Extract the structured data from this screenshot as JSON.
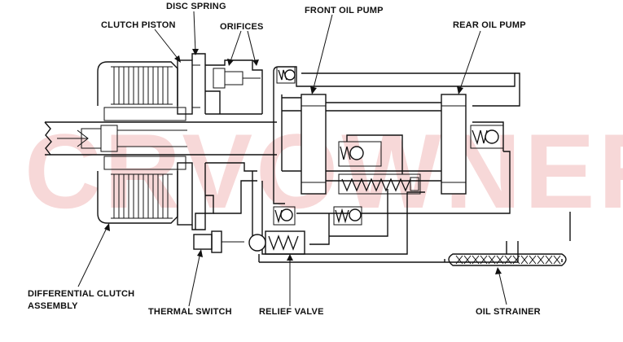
{
  "labels": {
    "disc_spring": "DISC SPRING",
    "clutch_piston": "CLUTCH PISTON",
    "orifices": "ORIFICES",
    "front_oil_pump": "FRONT OIL PUMP",
    "rear_oil_pump": "REAR OIL PUMP",
    "differential_clutch_line1": "DIFFERENTIAL CLUTCH",
    "differential_clutch_line2": "ASSEMBLY",
    "thermal_switch": "THERMAL SWITCH",
    "relief_valve": "RELIEF VALVE",
    "oil_strainer": "OIL STRAINER"
  },
  "watermark": "CRVOWNER.RU"
}
